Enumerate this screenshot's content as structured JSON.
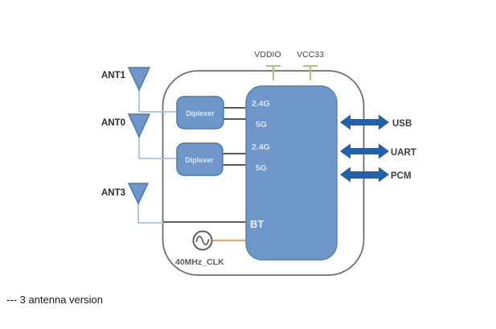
{
  "palette": {
    "block_blue": "#6e96c8",
    "block_border": "#4d79ab",
    "arrow_blue": "#2161ab",
    "wire_light_blue": "#a3c4e8",
    "wire_dark": "#404040",
    "pin_green": "#a5cb89",
    "clock_orange": "#f2a76d",
    "outline_gray": "#6f6f6f"
  },
  "diagram": {
    "antennas": [
      {
        "label": "ANT1"
      },
      {
        "label": "ANT0"
      },
      {
        "label": "ANT3"
      }
    ],
    "power_pins": [
      {
        "label": "VDDIO"
      },
      {
        "label": "VCC33"
      }
    ],
    "diplexers": [
      {
        "label": "Diplexer"
      },
      {
        "label": "Diplexer"
      }
    ],
    "chip": {
      "ports": [
        {
          "label": "2.4G"
        },
        {
          "label": "5G"
        },
        {
          "label": "2.4G"
        },
        {
          "label": "5G"
        }
      ],
      "bt": "BT"
    },
    "interfaces": [
      {
        "label": "USB"
      },
      {
        "label": "UART"
      },
      {
        "label": "PCM"
      }
    ],
    "clock_label": "40MHz_CLK"
  },
  "caption": "--- 3 antenna version"
}
